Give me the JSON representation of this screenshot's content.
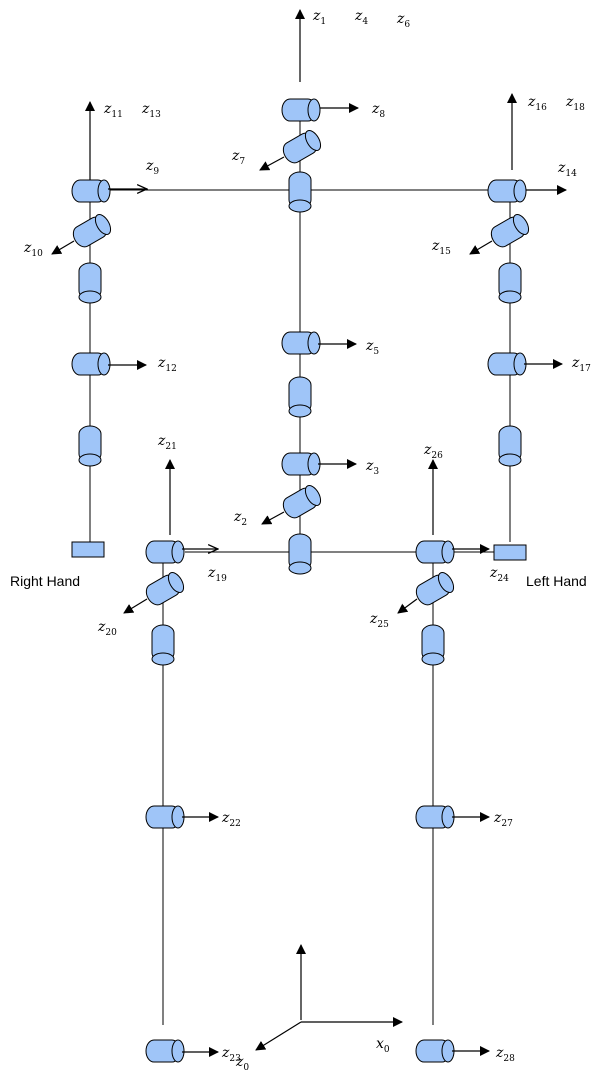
{
  "palette": {
    "joint_fill": "#9fc5f8",
    "line": "#000000",
    "background": "#ffffff"
  },
  "axis_labels": {
    "z0": {
      "base": "z",
      "sub": "0"
    },
    "x0": {
      "base": "x",
      "sub": "0"
    },
    "z1": {
      "base": "z",
      "sub": "1"
    },
    "z2": {
      "base": "z",
      "sub": "2"
    },
    "z3": {
      "base": "z",
      "sub": "3"
    },
    "z4": {
      "base": "z",
      "sub": "4"
    },
    "z5": {
      "base": "z",
      "sub": "5"
    },
    "z6": {
      "base": "z",
      "sub": "6"
    },
    "z7": {
      "base": "z",
      "sub": "7"
    },
    "z8": {
      "base": "z",
      "sub": "8"
    },
    "z9": {
      "base": "z",
      "sub": "9"
    },
    "z10": {
      "base": "z",
      "sub": "10"
    },
    "z11": {
      "base": "z",
      "sub": "11"
    },
    "z12": {
      "base": "z",
      "sub": "12"
    },
    "z13": {
      "base": "z",
      "sub": "13"
    },
    "z14": {
      "base": "z",
      "sub": "14"
    },
    "z15": {
      "base": "z",
      "sub": "15"
    },
    "z16": {
      "base": "z",
      "sub": "16"
    },
    "z17": {
      "base": "z",
      "sub": "17"
    },
    "z18": {
      "base": "z",
      "sub": "18"
    },
    "z19": {
      "base": "z",
      "sub": "19"
    },
    "z20": {
      "base": "z",
      "sub": "20"
    },
    "z21": {
      "base": "z",
      "sub": "21"
    },
    "z22": {
      "base": "z",
      "sub": "22"
    },
    "z23": {
      "base": "z",
      "sub": "23"
    },
    "z24": {
      "base": "z",
      "sub": "24"
    },
    "z25": {
      "base": "z",
      "sub": "25"
    },
    "z26": {
      "base": "z",
      "sub": "26"
    },
    "z27": {
      "base": "z",
      "sub": "27"
    },
    "z28": {
      "base": "z",
      "sub": "28"
    }
  },
  "hands": {
    "right": "Right Hand",
    "left": "Left Hand"
  }
}
